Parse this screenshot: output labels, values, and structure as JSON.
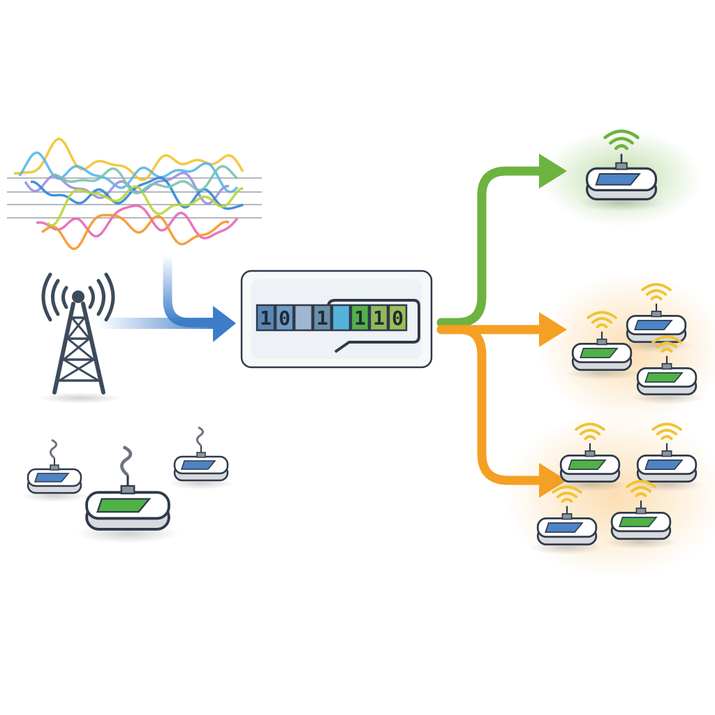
{
  "encoder": {
    "cells": [
      {
        "text": "1",
        "fill": "#5b87b5"
      },
      {
        "text": "0",
        "fill": "#6f9bc4"
      },
      {
        "text": "",
        "fill": "#9fb7cf"
      },
      {
        "text": "1",
        "fill": "#6b8fa8"
      },
      {
        "text": "",
        "fill": "#55b3d9"
      },
      {
        "text": "1",
        "fill": "#54b04a"
      },
      {
        "text": "1",
        "fill": "#8fb85a"
      },
      {
        "text": "0",
        "fill": "#9bbf54"
      }
    ]
  },
  "colors": {
    "input_arrow": "#3d7cc9",
    "single_route": "#6db33f",
    "multi_route": "#f4a024",
    "tower": "#3c4b5c",
    "device_screen_blue": "#4d84c7",
    "device_screen_green": "#4fb146"
  },
  "waveform_colors": [
    "#f2c230",
    "#59b6e8",
    "#9b8ee0",
    "#2f86d6",
    "#e667b6",
    "#f5962a",
    "#b9d538",
    "#7ac2b0"
  ],
  "icons": {
    "tower": "cell-tower-icon",
    "device": "iot-device-icon",
    "wifi": "wifi-signal-icon",
    "encoder": "binary-encoder-icon"
  }
}
